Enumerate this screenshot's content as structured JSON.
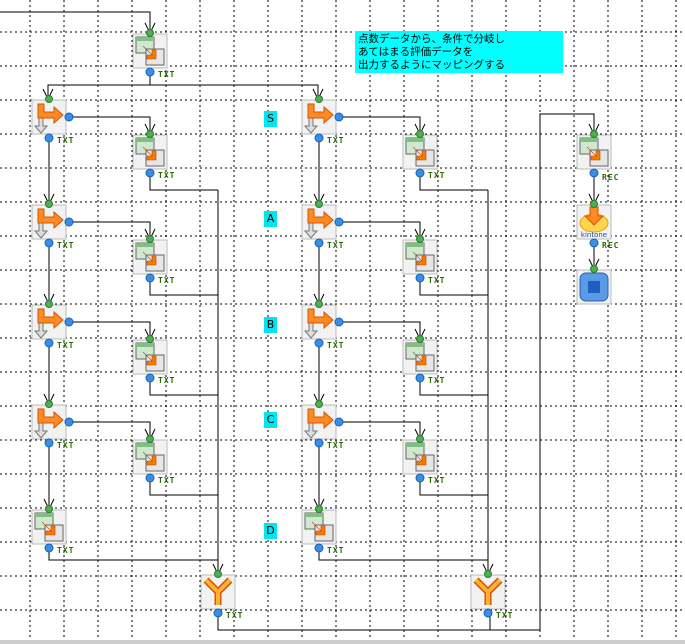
{
  "comment": "点数データから、条件で分岐し\nあてはまる評価データを\n出力するようにマッピングする",
  "grade_labels": [
    "S",
    "A",
    "B",
    "C",
    "D"
  ],
  "port_labels": {
    "text": "TXT",
    "record": "REC"
  },
  "node_texts": {
    "kintone_label": "kintone"
  },
  "colors": {
    "note_bg": "#00ffff",
    "label_bg": "#00e5ee",
    "port_out": "#3a8ee6",
    "port_in": "#4caf50",
    "port_text": "#2a6a00"
  }
}
